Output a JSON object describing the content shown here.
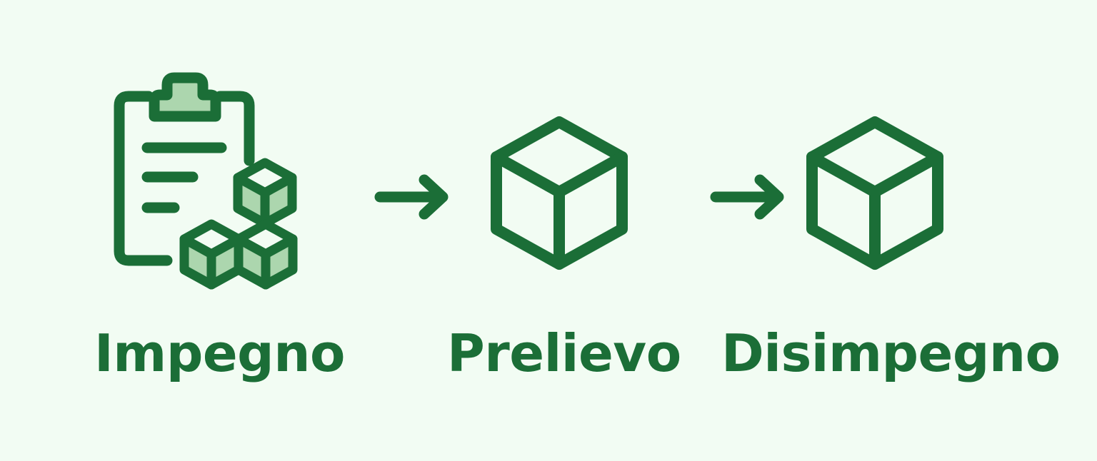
{
  "colors": {
    "background": "#f2fcf3",
    "stroke": "#1b6e37",
    "fill_light": "#acd6ae"
  },
  "steps": [
    {
      "label": "Impegno",
      "icon": "clipboard-boxes-icon"
    },
    {
      "label": "Prelievo",
      "icon": "box-icon"
    },
    {
      "label": "Disimpegno",
      "icon": "box-icon"
    }
  ],
  "connectors": [
    {
      "icon": "arrow-right-icon"
    },
    {
      "icon": "arrow-right-icon"
    }
  ]
}
